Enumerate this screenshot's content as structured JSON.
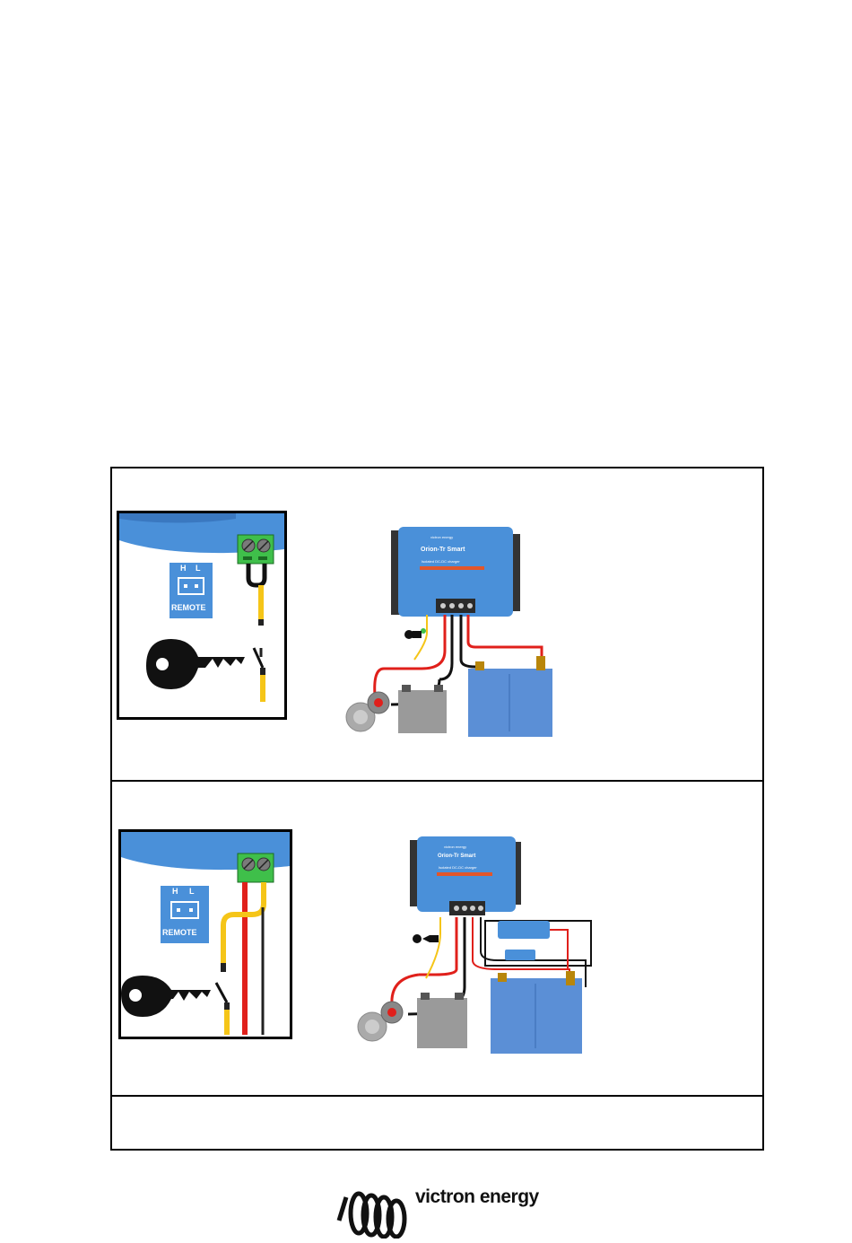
{
  "page": {
    "background": "#ffffff"
  },
  "diagrams": [
    {
      "inset": {
        "remote_label": "REMOTE",
        "terminal_labels": [
          "H",
          "L"
        ]
      },
      "charger": {
        "name": "Orion-Tr Smart",
        "subtitle": "Isolated DC-DC charger",
        "brand": "victron energy"
      }
    },
    {
      "inset": {
        "remote_label": "REMOTE",
        "terminal_labels": [
          "H",
          "L"
        ]
      },
      "charger": {
        "name": "Orion-Tr Smart",
        "subtitle": "Isolated DC-DC charger",
        "brand": "victron energy"
      }
    }
  ],
  "footer": {
    "brand_name": "victron energy"
  },
  "colors": {
    "victron_blue": "#4a90d9",
    "wire_red": "#e0201b",
    "wire_yellow": "#f5c518",
    "terminal_green": "#3fbf4a",
    "battery_grey": "#9a9a9a",
    "lithium_blue": "#5b8fd6"
  }
}
